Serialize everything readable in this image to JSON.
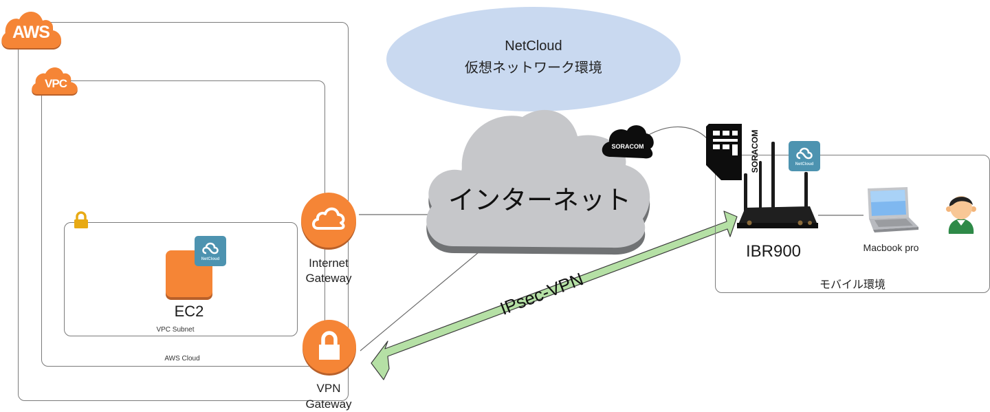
{
  "aws": {
    "badge": "AWS",
    "cloud_label": "AWS Cloud",
    "vpc_badge": "VPC",
    "subnet_label": "VPC Subnet",
    "ec2_label": "EC2",
    "netcloud_badge_text": "NetCloud",
    "internet_gateway_line1": "Internet",
    "internet_gateway_line2": "Gateway",
    "vpn_gateway_line1": "VPN",
    "vpn_gateway_line2": "Gateway"
  },
  "netcloud_env": {
    "line1": "NetCloud",
    "line2": "仮想ネットワーク環境"
  },
  "internet": {
    "label": "インターネット",
    "soracom_cloud_text": "SORACOM"
  },
  "tunnel": {
    "label": "IPsec-VPN"
  },
  "mobile": {
    "sim_text": "SORACOM",
    "router_label": "IBR900",
    "netcloud_badge_text": "NetCloud",
    "laptop_label": "Macbook pro",
    "env_label": "モバイル環境"
  },
  "colors": {
    "aws_orange": "#F58536",
    "aws_orange_dark": "#B8602A",
    "netcloud_teal": "#4D93B0",
    "ellipse_blue": "#C9D9F0",
    "internet_gray": "#C6C7CA",
    "internet_shadow": "#707274",
    "tunnel_green": "#B5E0A5",
    "lock_gold": "#E8AA14",
    "border_gray": "#7A7A7A"
  }
}
